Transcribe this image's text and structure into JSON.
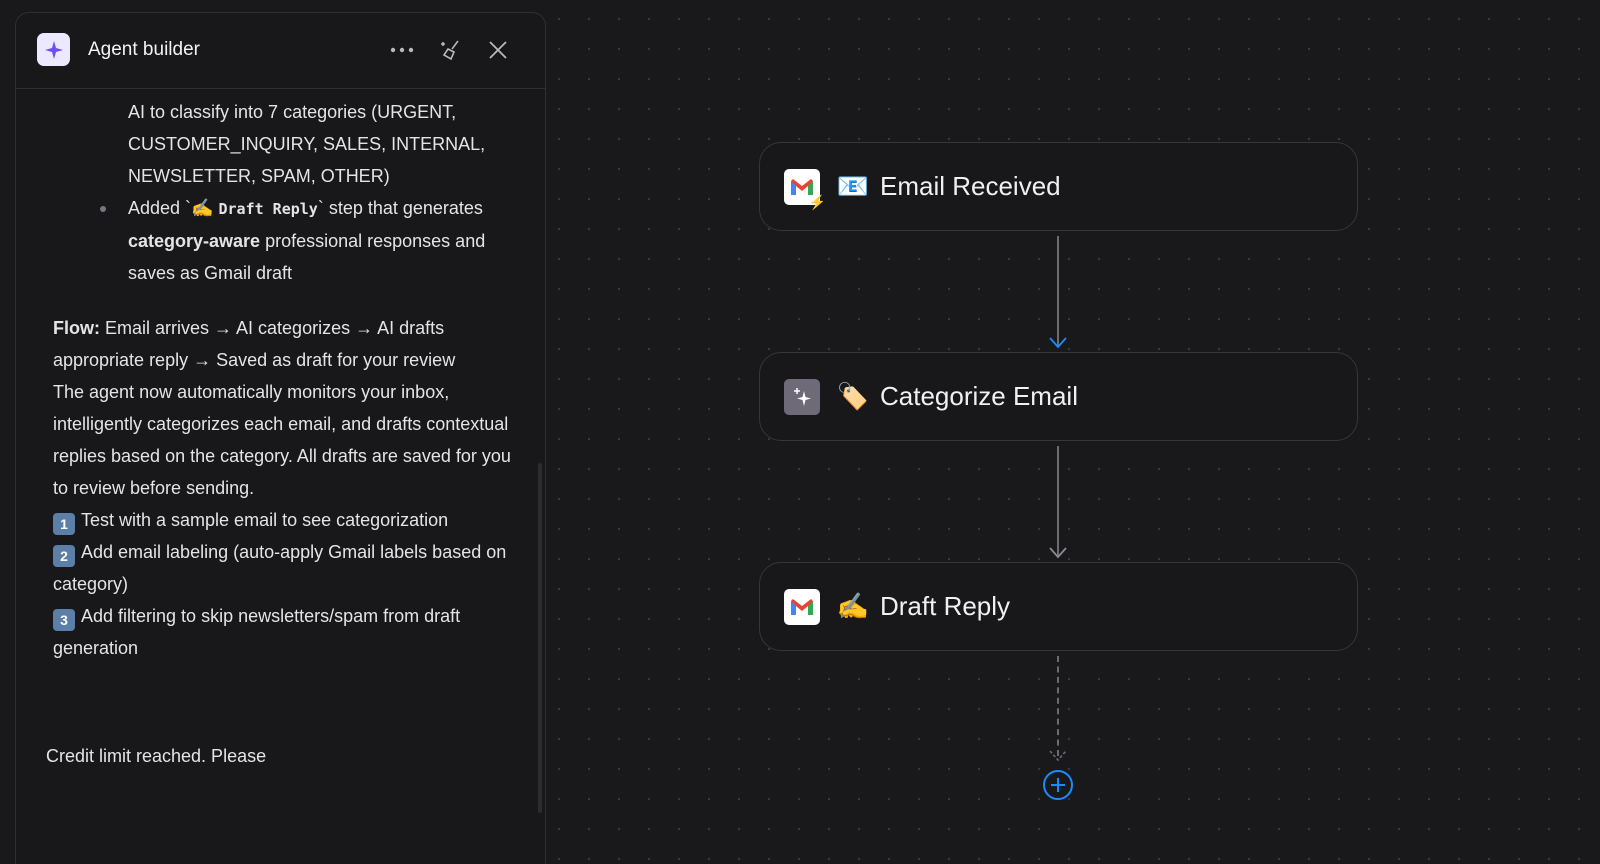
{
  "panel": {
    "title": "Agent builder",
    "icons": {
      "logo": "sparkle-icon",
      "more": "more-horizontal-icon",
      "clear": "broom-sparkle-icon",
      "close": "close-icon"
    },
    "message": {
      "bullet_cont": "AI to classify into 7 categories (URGENT, CUSTOMER_INQUIRY, SALES, INTERNAL, NEWSLETTER, SPAM, OTHER)",
      "bullet2_pre": "Added `",
      "bullet2_emoji": "✍️",
      "bullet2_code": "Draft Reply",
      "bullet2_mid": "` step that generates ",
      "bullet2_bold": "category-aware",
      "bullet2_post": " professional responses and saves as Gmail draft",
      "flow_label": "Flow:",
      "flow_text": " Email arrives → AI categorizes → AI drafts appropriate reply → Saved as draft for your review",
      "summary": "The agent now automatically monitors your inbox, intelligently categorizes each email, and drafts contextual replies based on the category. All drafts are saved for you to review before sending.",
      "steps": [
        {
          "num": "1",
          "text": "Test with a sample email to see categorization"
        },
        {
          "num": "2",
          "text": "Add email labeling (auto-apply Gmail labels based on category)"
        },
        {
          "num": "3",
          "text": "Add filtering to skip newsletters/spam from draft generation"
        }
      ],
      "footer": "Credit limit reached. Please"
    }
  },
  "canvas": {
    "nodes": [
      {
        "label": "Email Received",
        "emoji": "📧",
        "icon": "gmail-trigger-icon"
      },
      {
        "label": "Categorize Email",
        "emoji": "🏷️",
        "icon": "ai-sparkle-icon"
      },
      {
        "label": "Draft Reply",
        "emoji": "✍️",
        "icon": "gmail-icon"
      }
    ],
    "add_icon": "plus-circle-icon",
    "accent": "#1a8cff"
  }
}
